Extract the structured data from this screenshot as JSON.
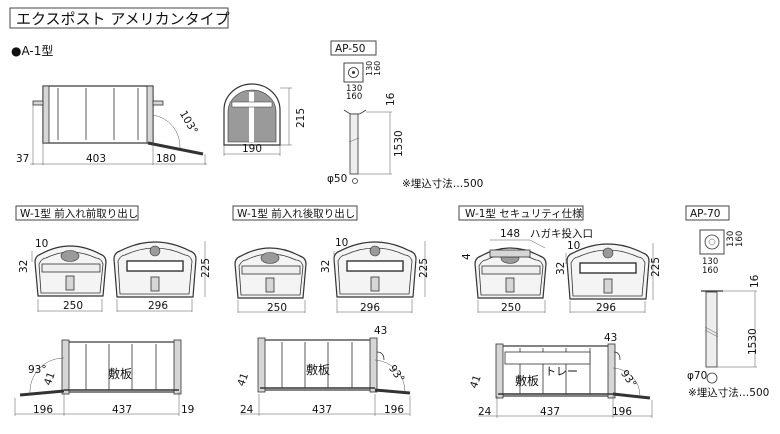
{
  "title": "エクスポスト アメリカンタイプ",
  "a1": {
    "label": "●A-1型",
    "dims": {
      "left": "37",
      "width": "403",
      "door": "180",
      "angle": "103°",
      "front_height": "215",
      "front_width": "190"
    }
  },
  "ap50": {
    "label": "AP-50",
    "plate_side_1": "130",
    "plate_side_2": "160",
    "plate_bottom_1": "130",
    "plate_bottom_2": "160",
    "top": "16",
    "height": "1530",
    "diameter": "φ50",
    "note": "※埋込寸法…500"
  },
  "w1_front": {
    "label": "W-1型 前入れ前取り出し",
    "dims": {
      "d10": "10",
      "d32": "32",
      "d225": "225",
      "d250": "250",
      "d296": "296",
      "angle": "93°",
      "d41": "41",
      "plate": "敷板",
      "d196": "196",
      "d437": "437",
      "d19": "19"
    }
  },
  "w1_rear": {
    "label": "W-1型 前入れ後取り出し",
    "dims": {
      "d10": "10",
      "d32": "32",
      "d225": "225",
      "d250": "250",
      "d296": "296",
      "d43": "43",
      "d41": "41",
      "plate": "敷板",
      "angle": "93°",
      "d24": "24",
      "d437": "437",
      "d196": "196"
    }
  },
  "w1_security": {
    "label": "W-1型 セキュリティ仕様",
    "dims": {
      "d148": "148",
      "slot": "ハガキ投入口",
      "d4": "4",
      "d10": "10",
      "d32": "32",
      "d225": "225",
      "d250": "250",
      "d296": "296",
      "d43": "43",
      "tray": "トレー",
      "plate": "敷板",
      "d41": "41",
      "angle": "93°",
      "d24": "24",
      "d437": "437",
      "d196": "196"
    }
  },
  "ap70": {
    "label": "AP-70",
    "plate_side_1": "130",
    "plate_side_2": "160",
    "plate_bottom_1": "130",
    "plate_bottom_2": "160",
    "top": "16",
    "height": "1530",
    "diameter": "φ70",
    "note": "※埋込寸法…500"
  }
}
